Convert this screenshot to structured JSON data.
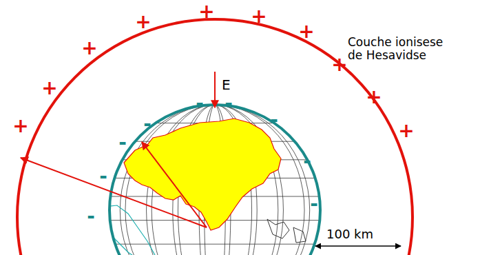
{
  "diagram": {
    "labels": [
      "Couche ionisese de Hesavidse",
      "E",
      "100 km",
      "+",
      "+",
      "+",
      "+",
      "+",
      "+",
      "+",
      "+",
      "+",
      "+",
      "-",
      "-",
      "-",
      "-",
      "-",
      "-",
      "-",
      "-",
      "-"
    ]
  }
}
